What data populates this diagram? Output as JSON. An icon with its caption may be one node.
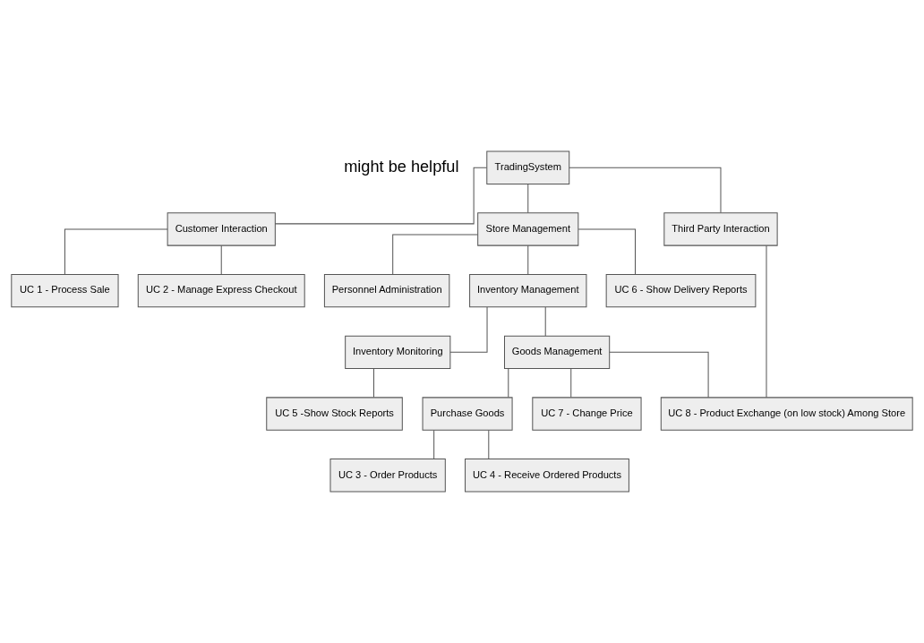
{
  "diagram": {
    "nodes": [
      {
        "text": [
          "TradingSystem"
        ]
      },
      {
        "text": [
          "Customer Interaction"
        ]
      },
      {
        "text": [
          "Store Management"
        ]
      },
      {
        "text": [
          "Third Party Interaction"
        ]
      },
      {
        "text": [
          "UC 1 - Process Sale"
        ]
      },
      {
        "text": [
          "UC 2 - Manage Express Checkout"
        ]
      },
      {
        "text": [
          "Personnel Administration"
        ]
      },
      {
        "text": [
          "Inventory Management"
        ]
      },
      {
        "text": [
          "UC 6 - Show Delivery Reports"
        ]
      },
      {
        "text": [
          "Inventory Monitoring"
        ]
      },
      {
        "text": [
          "Goods Management"
        ]
      },
      {
        "text": [
          "UC 5 -Show Stock Reports"
        ]
      },
      {
        "text": [
          "Purchase Goods"
        ]
      },
      {
        "text": [
          "UC 7 - Change Price"
        ]
      },
      {
        "text": [
          "UC 8 - Product Exchange (on low stock) Among Store"
        ]
      },
      {
        "text": [
          "UC 3 - Order Products"
        ]
      },
      {
        "text": [
          "UC 4 - Receive Ordered Products"
        ]
      }
    ],
    "edges": [
      {
        "from": 0,
        "to": 1,
        "arrow": "none"
      },
      {
        "from": 0,
        "to": 2,
        "arrow": "none"
      },
      {
        "from": 0,
        "to": 3,
        "arrow": "none"
      },
      {
        "from": 1,
        "to": 4,
        "arrow": "none"
      },
      {
        "from": 1,
        "to": 5,
        "arrow": "none"
      },
      {
        "from": 2,
        "to": 6,
        "arrow": "none"
      },
      {
        "from": 2,
        "to": 7,
        "arrow": "none"
      },
      {
        "from": 2,
        "to": 8,
        "arrow": "none"
      },
      {
        "from": 7,
        "to": 9,
        "arrow": "none"
      },
      {
        "from": 7,
        "to": 10,
        "arrow": "none"
      },
      {
        "from": 9,
        "to": 11,
        "arrow": "none"
      },
      {
        "from": 10,
        "to": 12,
        "arrow": "none"
      },
      {
        "from": 10,
        "to": 13,
        "arrow": "none"
      },
      {
        "from": 10,
        "to": 14,
        "arrow": "none"
      },
      {
        "from": 3,
        "to": 14,
        "arrow": "none"
      },
      {
        "from": 12,
        "to": 15,
        "arrow": "none"
      },
      {
        "from": 12,
        "to": 16,
        "arrow": "none"
      }
    ],
    "labels": [
      "might be helpful"
    ]
  }
}
